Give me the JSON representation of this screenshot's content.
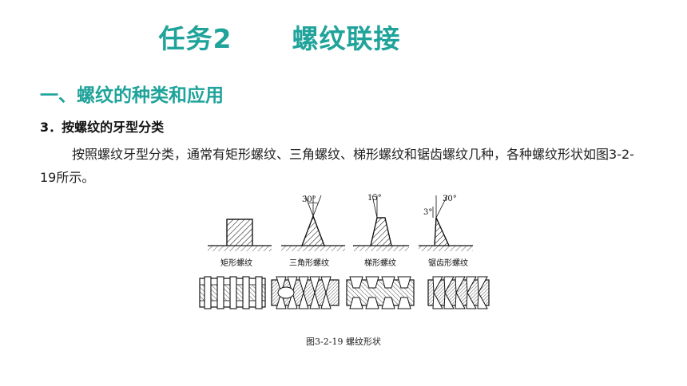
{
  "slide": {
    "task_title": "任务2      螺纹联接",
    "section_title": "一、螺纹的种类和应用",
    "subsection_title": "3．按螺纹的牙型分类",
    "paragraph": "按照螺纹牙型分类，通常有矩形螺纹、三角螺纹、梯形螺纹和锯齿螺纹几种，各种螺纹形状如图3-2-19所示。"
  },
  "figure": {
    "labels": [
      "矩形螺纹",
      "三角形螺纹",
      "梯形螺纹",
      "锯齿形螺纹"
    ],
    "angles": {
      "triangle": "30°",
      "trapezoid": "15°",
      "sawtooth_top": "30°",
      "sawtooth_side": "3°"
    },
    "caption": "图3-2-19  螺纹形状"
  },
  "colors": {
    "accent": "#1fa39a"
  }
}
